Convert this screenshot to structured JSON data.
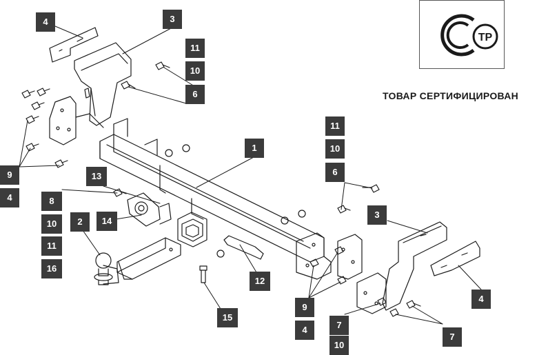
{
  "certification": {
    "text": "ТОВАР СЕРТИФИЦИРОВАН",
    "logo_letters": "ТР"
  },
  "labels": {
    "l4_top": "4",
    "l3_top": "3",
    "l11_top": "11",
    "l10_top": "10",
    "l6_top": "6",
    "l9_left": "9",
    "l4_left": "4",
    "l1": "1",
    "l11_mid": "11",
    "l10_mid": "10",
    "l6_mid": "6",
    "l13": "13",
    "l8": "8",
    "l10_left": "10",
    "l11_left": "11",
    "l16": "16",
    "l2": "2",
    "l14": "14",
    "l3_right": "3",
    "l4_right": "4",
    "l12": "12",
    "l15": "15",
    "l9_bottom": "9",
    "l4_bottom": "4",
    "l7_bottom": "7",
    "l10_bottom": "10",
    "l7_right": "7"
  },
  "colors": {
    "label_bg": "#3b3b3b",
    "label_text": "#ffffff",
    "line": "#1a1a1a"
  }
}
